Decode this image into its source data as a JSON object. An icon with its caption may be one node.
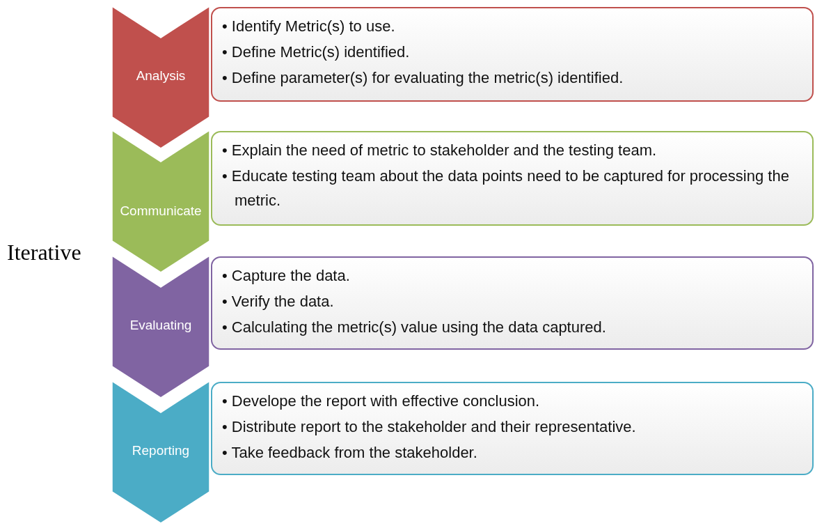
{
  "diagram": {
    "nodes": [
      {
        "text": [
          "Analysis"
        ]
      },
      {
        "text": [
          "• Identify Metric(s) to use.",
          "• Define Metric(s) identified.",
          "• Define parameter(s) for evaluating the metric(s) identified."
        ]
      },
      {
        "text": [
          "Communicate"
        ]
      },
      {
        "text": [
          "• Explain the need of metric to stakeholder and the testing team.",
          "• Educate testing team about the data points need to be captured for processing the metric."
        ]
      },
      {
        "text": [
          "Evaluating"
        ]
      },
      {
        "text": [
          "• Capture the data.",
          "• Verify the data.",
          "• Calculating the metric(s) value using the data captured."
        ]
      },
      {
        "text": [
          "Reporting"
        ]
      },
      {
        "text": [
          "• Develope the report with effective conclusion.",
          "• Distribute report to the stakeholder and their representative.",
          "• Take feedback from the stakeholder."
        ]
      }
    ],
    "labels": [
      "Iterative"
    ]
  }
}
